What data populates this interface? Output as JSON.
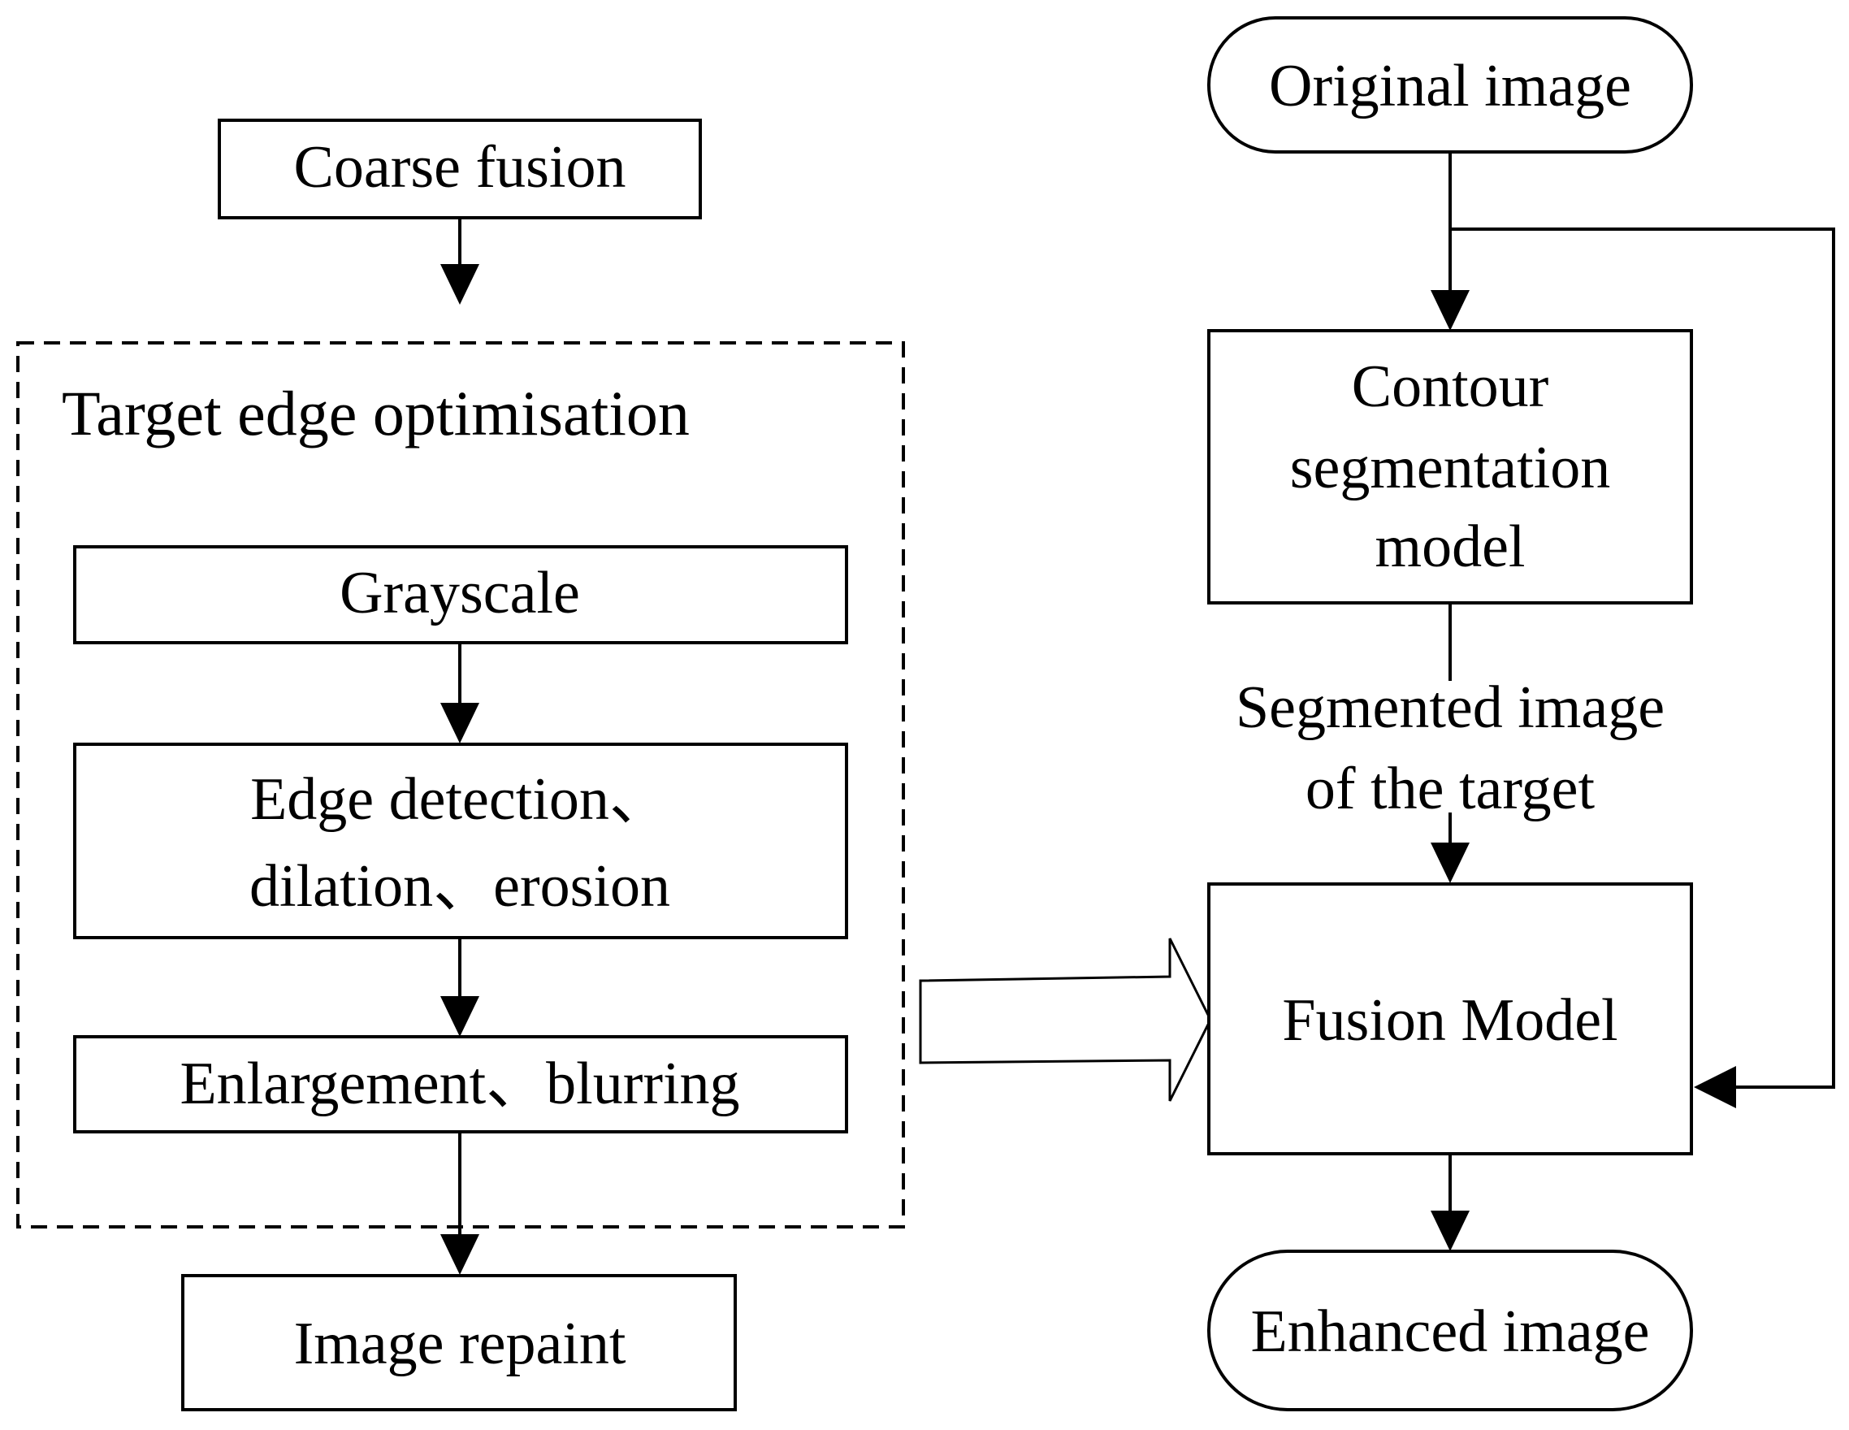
{
  "diagram": {
    "left_flow": {
      "coarse_fusion": "Coarse fusion",
      "group_title": "Target edge optimisation",
      "grayscale": "Grayscale",
      "edge_detection": [
        "Edge detection、",
        "dilation、erosion"
      ],
      "enlargement": "Enlargement、blurring",
      "image_repaint": "Image repaint"
    },
    "right_flow": {
      "original_image": "Original image",
      "contour_model": [
        "Contour",
        "segmentation",
        "model"
      ],
      "segmented_label": [
        "Segmented image",
        "of the target"
      ],
      "fusion_model": "Fusion Model",
      "enhanced_image": "Enhanced image"
    }
  }
}
